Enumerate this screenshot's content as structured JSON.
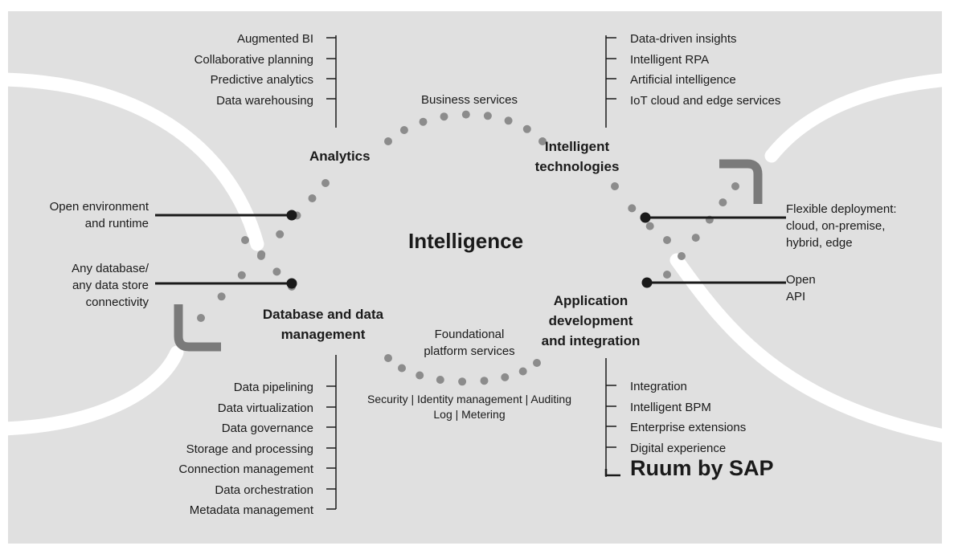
{
  "center": {
    "title": "Intelligence"
  },
  "quadrants": {
    "analytics": {
      "title": "Analytics",
      "items": [
        "Augmented BI",
        "Collaborative planning",
        "Predictive analytics",
        "Data warehousing"
      ]
    },
    "intelligent_technologies": {
      "title_line1": "Intelligent",
      "title_line2": "technologies",
      "items": [
        "Data-driven insights",
        "Intelligent RPA",
        "Artificial intelligence",
        "IoT cloud and edge services"
      ]
    },
    "database": {
      "title_line1": "Database and data",
      "title_line2": "management",
      "items": [
        "Data pipelining",
        "Data virtualization",
        "Data governance",
        "Storage and processing",
        "Connection management",
        "Data orchestration",
        "Metadata management"
      ]
    },
    "app_dev": {
      "title_line1": "Application",
      "title_line2": "development",
      "title_line3": "and integration",
      "items": [
        "Integration",
        "Intelligent BPM",
        "Enterprise extensions",
        "Digital experience"
      ],
      "ruum": "Ruum by SAP"
    }
  },
  "arcs": {
    "business_services": "Business services",
    "foundational_line1": "Foundational",
    "foundational_line2": "platform services",
    "security_line1": "Security | Identity management | Auditing",
    "security_line2": "Log | Metering"
  },
  "callouts": {
    "open_env_line1": "Open environment",
    "open_env_line2": "and runtime",
    "any_db_line1": "Any database/",
    "any_db_line2": "any data store",
    "any_db_line3": "connectivity",
    "flexible_line1": "Flexible deployment:",
    "flexible_line2": "cloud, on-premise,",
    "flexible_line3": "hybrid, edge",
    "open_api_line1": "Open",
    "open_api_line2": "API"
  },
  "colors": {
    "background": "#e0e0e0",
    "dots": "#8c8c8c",
    "corner_brackets": "#7a7a7a",
    "lines": "#1a1a1a",
    "swoosh": "#ffffff"
  }
}
